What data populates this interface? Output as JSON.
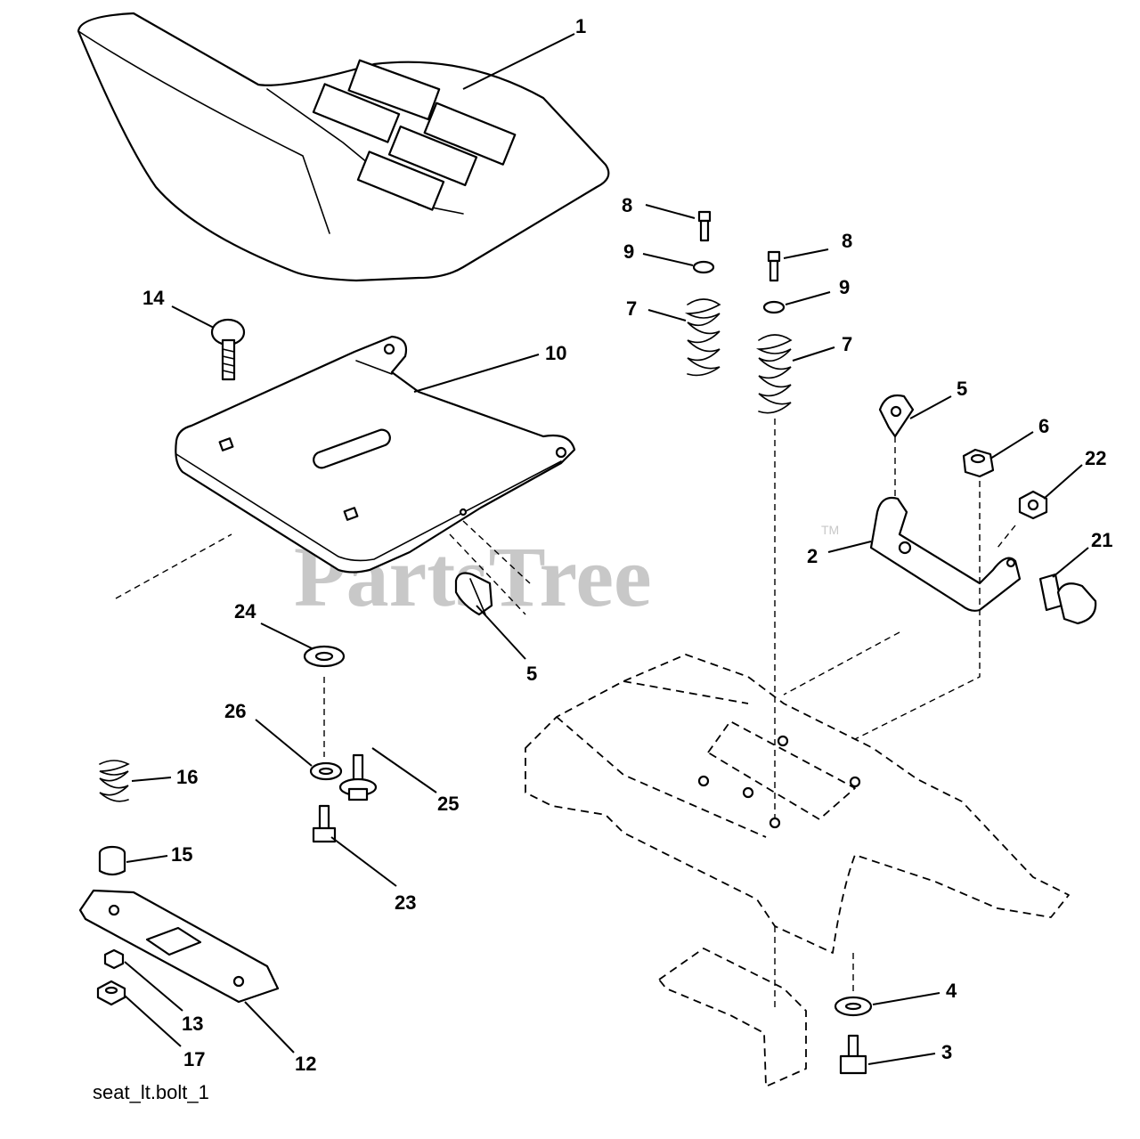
{
  "diagram": {
    "watermark": "PartsTree",
    "trademark": "TM",
    "caption": "seat_lt.bolt_1",
    "callouts": [
      "1",
      "8",
      "9",
      "8",
      "7",
      "9",
      "7",
      "14",
      "10",
      "5",
      "6",
      "22",
      "2",
      "21",
      "5",
      "24",
      "26",
      "25",
      "16",
      "23",
      "15",
      "4",
      "13",
      "3",
      "17",
      "12"
    ]
  }
}
